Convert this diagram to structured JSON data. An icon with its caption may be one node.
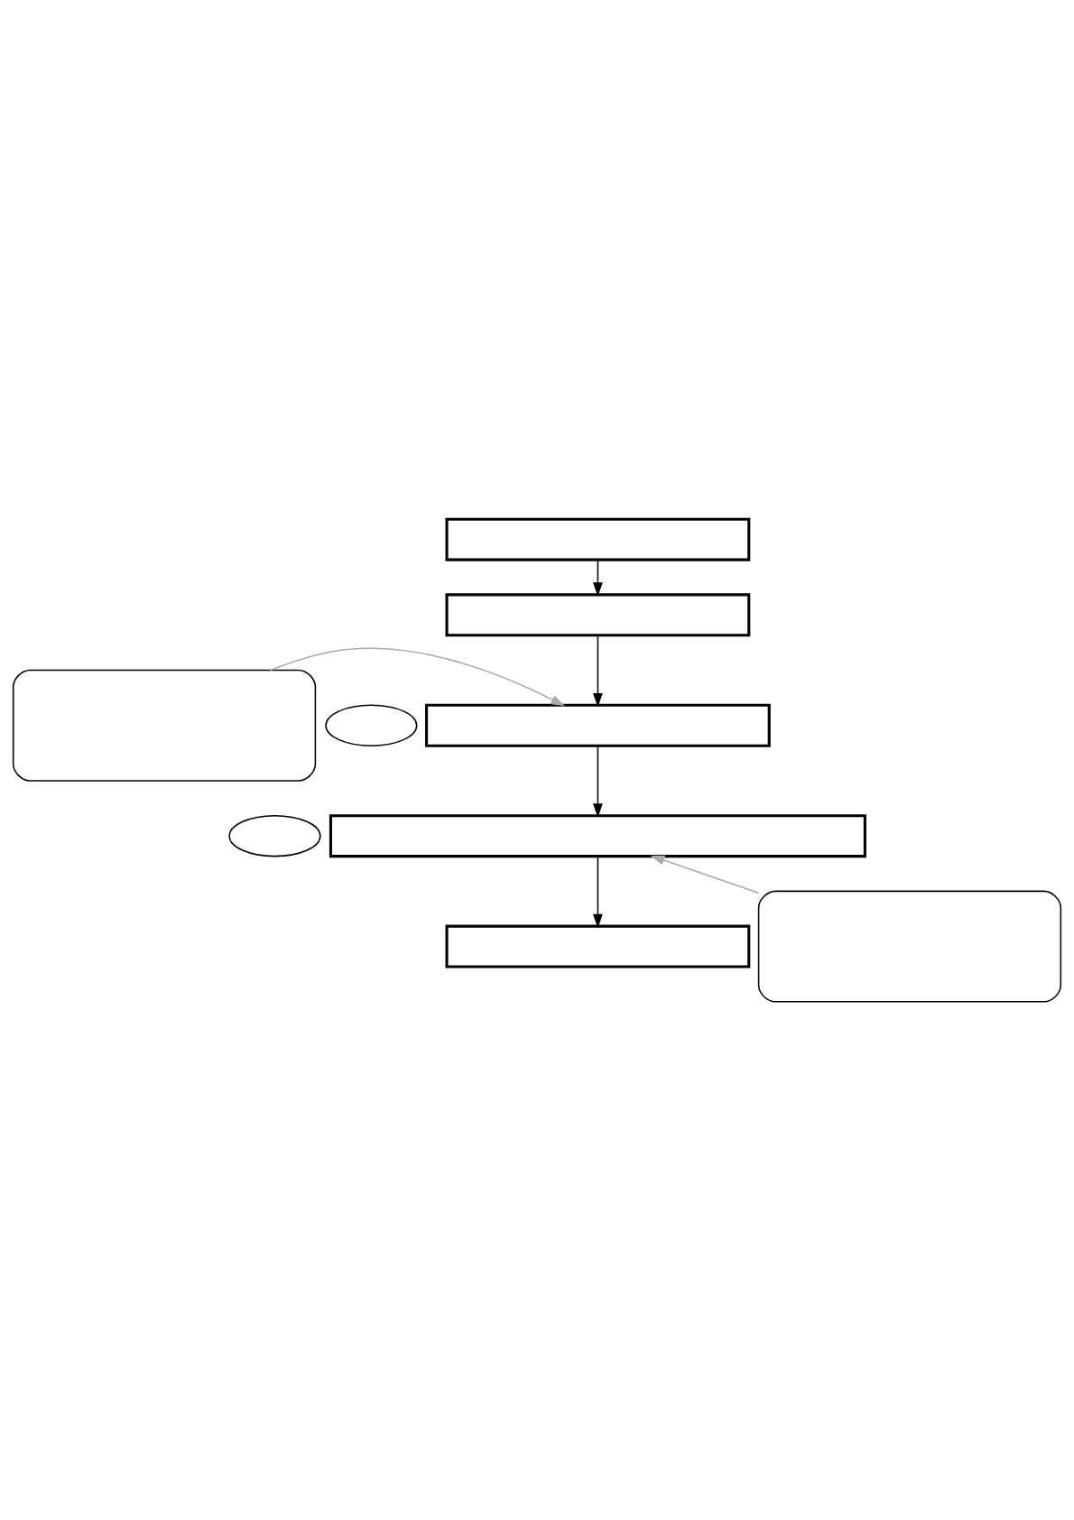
{
  "diagram": {
    "nodes": [
      {
        "text": [],
        "shape": "box"
      },
      {
        "text": [],
        "shape": "box"
      },
      {
        "text": [],
        "shape": "box"
      },
      {
        "text": [],
        "shape": "oval"
      },
      {
        "text": [],
        "shape": "box"
      },
      {
        "text": [],
        "shape": "oval"
      },
      {
        "text": [],
        "shape": "box"
      },
      {
        "text": [],
        "shape": "box"
      },
      {
        "text": [],
        "shape": "box"
      }
    ],
    "edges": [
      {
        "from": 0,
        "to": 1,
        "arrow": "to"
      },
      {
        "from": 1,
        "to": 4,
        "arrow": "to"
      },
      {
        "from": 2,
        "to": 4,
        "arrow": "to",
        "color": "#aaaaaa"
      },
      {
        "from": 4,
        "to": 6,
        "arrow": "to"
      },
      {
        "from": 6,
        "to": 7,
        "arrow": "to"
      },
      {
        "from": 8,
        "to": 6,
        "arrow": "to",
        "color": "#aaaaaa"
      }
    ]
  }
}
